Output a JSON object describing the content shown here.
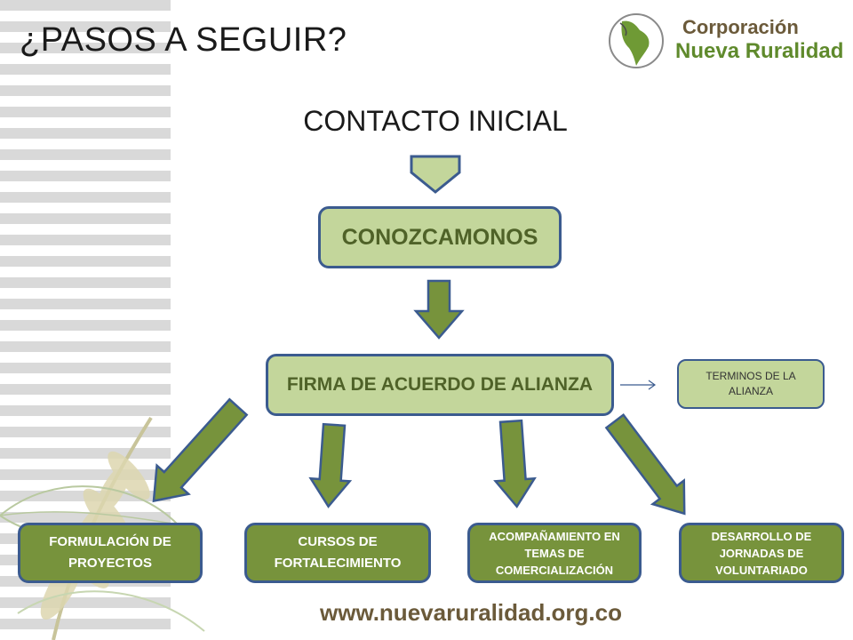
{
  "title": "¿PASOS A SEGUIR?",
  "subtitle": "CONTACTO INICIAL",
  "logo": {
    "line1": "Corporación",
    "line2": "Nueva Ruralidad",
    "icon": "latin-america-map-icon"
  },
  "nodes": {
    "conozcamonos": "CONOZCAMONOS",
    "firma": "FIRMA DE ACUERDO DE ALIANZA",
    "terminos": "TERMINOS DE LA ALIANZA",
    "formulacion": "FORMULACIÓN  DE PROYECTOS",
    "cursos": "CURSOS DE FORTALECIMIENTO",
    "acompanamiento": "ACOMPAÑAMIENTO EN TEMAS DE COMERCIALIZACIÓN",
    "desarrollo": "DESARROLLO DE JORNADAS DE VOLUNTARIADO"
  },
  "footer": "www.nuevaruralidad.org.co",
  "colors": {
    "box_light": "#c3d69b",
    "box_dark": "#77933c",
    "border": "#3b5b8f",
    "arrow_fill": "#77933c"
  }
}
